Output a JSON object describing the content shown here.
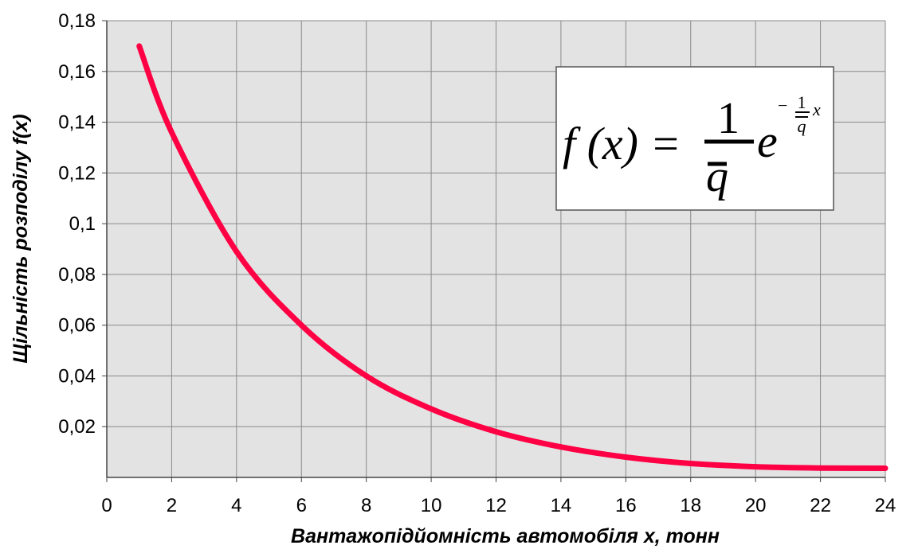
{
  "chart_data": {
    "type": "line",
    "title": "",
    "xlabel": "Вантажопідйомність автомобіля x, тонн",
    "ylabel": "Щільність розподілу f(x)",
    "xlim": [
      0,
      24
    ],
    "ylim": [
      0,
      0.18
    ],
    "x_ticks": [
      "0",
      "2",
      "4",
      "6",
      "8",
      "10",
      "12",
      "14",
      "16",
      "18",
      "20",
      "22",
      "24"
    ],
    "y_ticks": [
      "0,02",
      "0,04",
      "0,06",
      "0,08",
      "0,1",
      "0,12",
      "0,14",
      "0,16",
      "0,18"
    ],
    "grid": true,
    "line_color": "#ff0044",
    "plot_background": "#e3e3e3",
    "series": [
      {
        "x": [
          1,
          2,
          4,
          6,
          8,
          10,
          12,
          14,
          16,
          18,
          20,
          22,
          24
        ],
        "y": [
          0.17,
          0.136,
          0.089,
          0.06,
          0.04,
          0.027,
          0.018,
          0.012,
          0.008,
          0.0055,
          0.0042,
          0.0037,
          0.0036
        ]
      }
    ],
    "formula": {
      "lhs": "f (x) = ",
      "numerator": "1",
      "denominator": "q",
      "base": "e",
      "exp_sign": "−",
      "exp_numerator": "1",
      "exp_denominator": "q",
      "exp_var": "x"
    }
  }
}
